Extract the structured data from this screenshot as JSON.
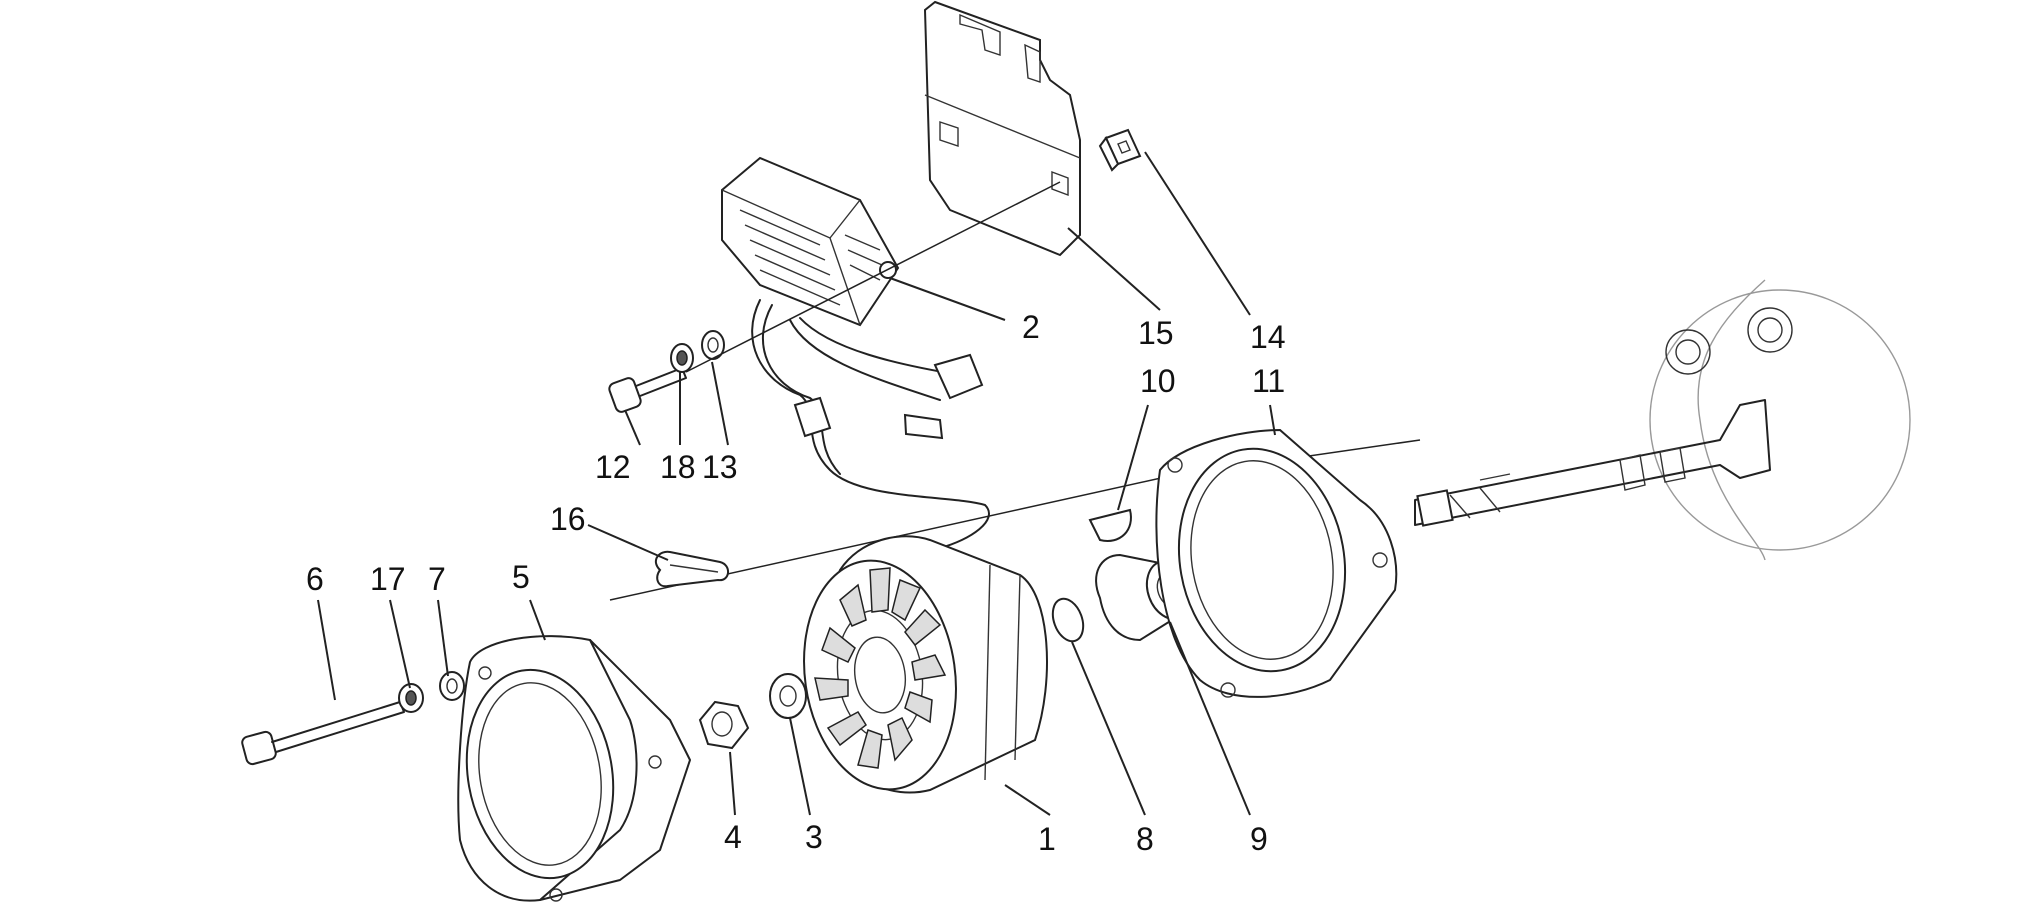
{
  "callouts": [
    {
      "id": "1",
      "text": "1"
    },
    {
      "id": "2",
      "text": "2"
    },
    {
      "id": "3",
      "text": "3"
    },
    {
      "id": "4",
      "text": "4"
    },
    {
      "id": "5",
      "text": "5"
    },
    {
      "id": "6",
      "text": "6"
    },
    {
      "id": "7",
      "text": "7"
    },
    {
      "id": "8",
      "text": "8"
    },
    {
      "id": "9",
      "text": "9"
    },
    {
      "id": "10",
      "text": "10"
    },
    {
      "id": "11",
      "text": "11"
    },
    {
      "id": "12",
      "text": "12"
    },
    {
      "id": "13",
      "text": "13"
    },
    {
      "id": "14",
      "text": "14"
    },
    {
      "id": "15",
      "text": "15"
    },
    {
      "id": "16",
      "text": "16"
    },
    {
      "id": "17",
      "text": "17"
    },
    {
      "id": "18",
      "text": "18"
    }
  ]
}
